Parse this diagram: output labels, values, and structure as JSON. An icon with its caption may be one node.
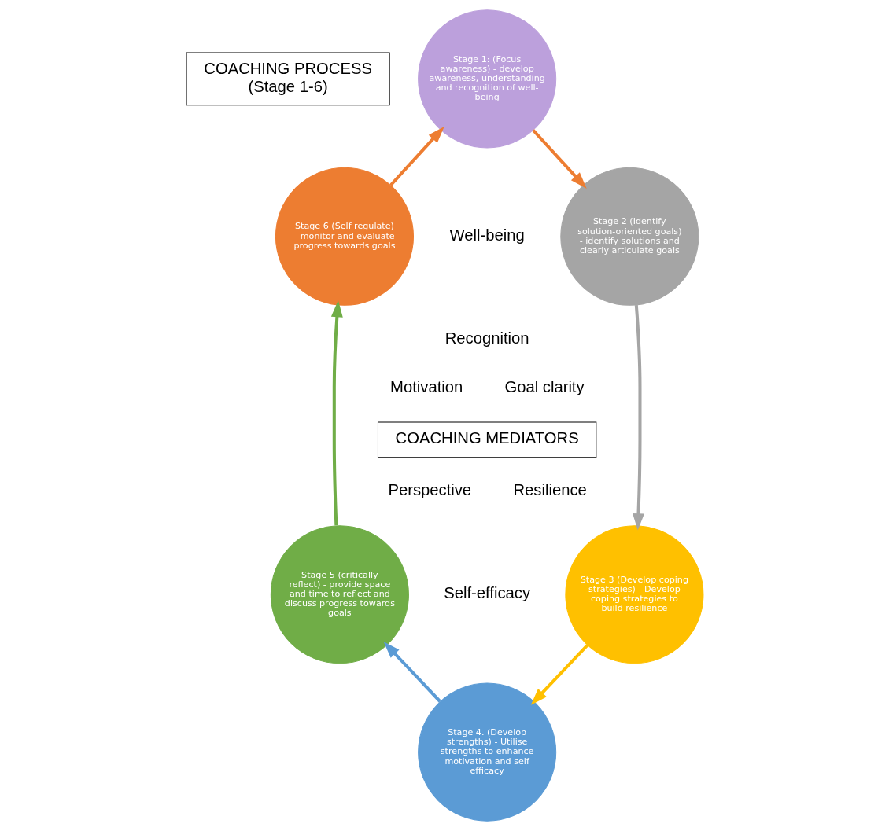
{
  "diagram": {
    "nodes": [
      {
        "text": [
          "COACHING PROCESS (Stage 1-6)"
        ]
      },
      {
        "text": [
          "Stage 1: (Focus awareness) - develop awareness, understanding  and recognition of well-being"
        ]
      },
      {
        "text": [
          "Stage 6 (Self regulate) - monitor and evaluate progress towards goals"
        ]
      },
      {
        "text": [
          "Stage 2 (Identify solution-oriented goals) - identify solutions and clearly articulate goals"
        ]
      },
      {
        "text": [
          "COACHING MEDIATORS"
        ]
      },
      {
        "text": [
          "Stage 5 (critically reflect) - provide space and time to reflect and discuss progress towards goals"
        ]
      },
      {
        "text": [
          "Stage 3 (Develop coping strategies) - Develop coping strategies to build resilience"
        ]
      },
      {
        "text": [
          "Stage 4. (Develop strengths) - Utilise strengths to enhance motivation and self efficacy"
        ]
      }
    ],
    "edges": [
      {
        "from": 2,
        "to": 1,
        "arrow": "to",
        "color": "#ed7d31"
      },
      {
        "from": 1,
        "to": 3,
        "arrow": "to",
        "color": "#ed7d31"
      },
      {
        "from": 3,
        "to": 6,
        "arrow": "to",
        "color": "#a5a5a5"
      },
      {
        "from": 6,
        "to": 7,
        "arrow": "to",
        "color": "#ffc000"
      },
      {
        "from": 7,
        "to": 5,
        "arrow": "to",
        "color": "#5b9bd5"
      },
      {
        "from": 5,
        "to": 2,
        "arrow": "to",
        "color": "#70ad47"
      }
    ],
    "labels": [
      "Well-being",
      "Recognition",
      "Motivation",
      "Goal clarity",
      "Perspective",
      "Resilience",
      "Self-efficacy"
    ]
  }
}
